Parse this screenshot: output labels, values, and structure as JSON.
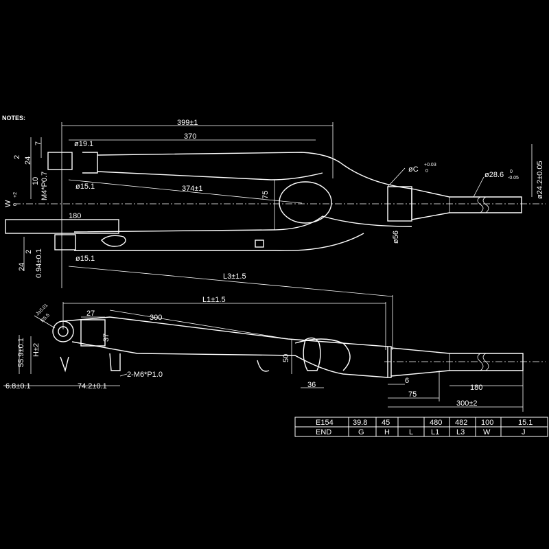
{
  "notes_label": "NOTES:",
  "top_view": {
    "overall_length": "399±1",
    "inner_length": "370",
    "steerer_dia": "ø19.1",
    "tip_dia": "ø15.1",
    "tip_dia_lower": "ø15.1",
    "blade_length": "374±1",
    "crown_gap": "75",
    "crown_width": "ø56",
    "steerer_tol_dia": "øC",
    "steerer_tol_upper": "+0.03",
    "steerer_tol_lower": "0",
    "steerer_outer_dia": "ø28.6",
    "steerer_outer_tol_upper": "0",
    "steerer_outer_tol_lower": "-0.05",
    "steerer_right_dia": "ø24.2±0.05",
    "dim_7": "7",
    "dim_24": "24",
    "dim_2": "2",
    "dim_10": "10",
    "thread": "M4*P0.7",
    "width_w": "W",
    "width_w_tol_upper": "+2",
    "width_w_tol_lower": "0",
    "dim_180": "180",
    "dim_24_lower": "24",
    "dim_2_lower": "2",
    "dim_094": "0.94±0.1"
  },
  "side_view": {
    "l3_label": "L3±1.5",
    "l1_label": "L1±1.5",
    "j_label": "J±0.01",
    "r_label": "R5.5",
    "dim_27": "27",
    "dim_300": "300",
    "dim_37": "37",
    "h_label": "H±2",
    "dim_559": "55.9±0.1",
    "dim_68": "6.8±0.1",
    "dim_742": "74.2±0.1",
    "thread": "2-M6*P1.0",
    "dim_50": "50",
    "dim_36": "36",
    "dim_6": "6",
    "dim_180": "180",
    "dim_75": "75",
    "dim_300_2": "300±2"
  },
  "spec_table": {
    "row1": [
      "E154",
      "39.8",
      "45",
      "",
      "480",
      "482",
      "100",
      "15.1"
    ],
    "row2": [
      "END",
      "G",
      "H",
      "L",
      "L1",
      "L3",
      "W",
      "J"
    ]
  }
}
